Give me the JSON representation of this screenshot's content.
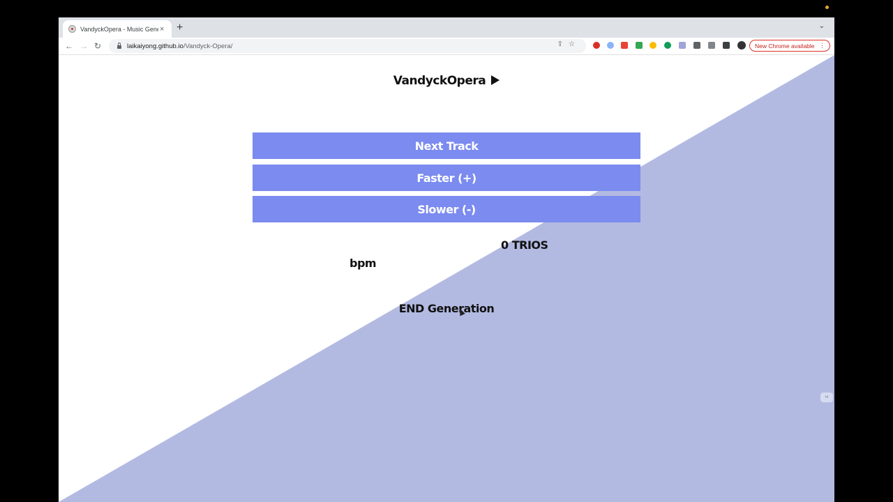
{
  "browser": {
    "tab_title": "VandyckOpera - Music Generator",
    "tab_close": "×",
    "new_tab": "+",
    "tab_menu": "⌄",
    "url_domain": "laikaiyong.github.io",
    "url_path": "/Vandyck-Opera/",
    "new_chrome_label": "New Chrome available",
    "kebab": "⋮",
    "nav_back": "←",
    "nav_forward": "→",
    "nav_reload": "↻"
  },
  "app": {
    "logo_text": "VandyckOpera",
    "buttons": {
      "next_track": "Next Track",
      "faster": "Faster (+)",
      "slower": "Slower (-)"
    },
    "trios_text": "0 TRIOS",
    "bpm_text": "bpm",
    "end_generation": "END Generation"
  },
  "colors": {
    "button_bg": "#7b8bef",
    "diagonal_bg": "#b3bae2"
  },
  "icons": [
    "favicon-icon",
    "lock-icon",
    "share-icon",
    "star-icon",
    "puzzle-icon",
    "play-icon"
  ]
}
